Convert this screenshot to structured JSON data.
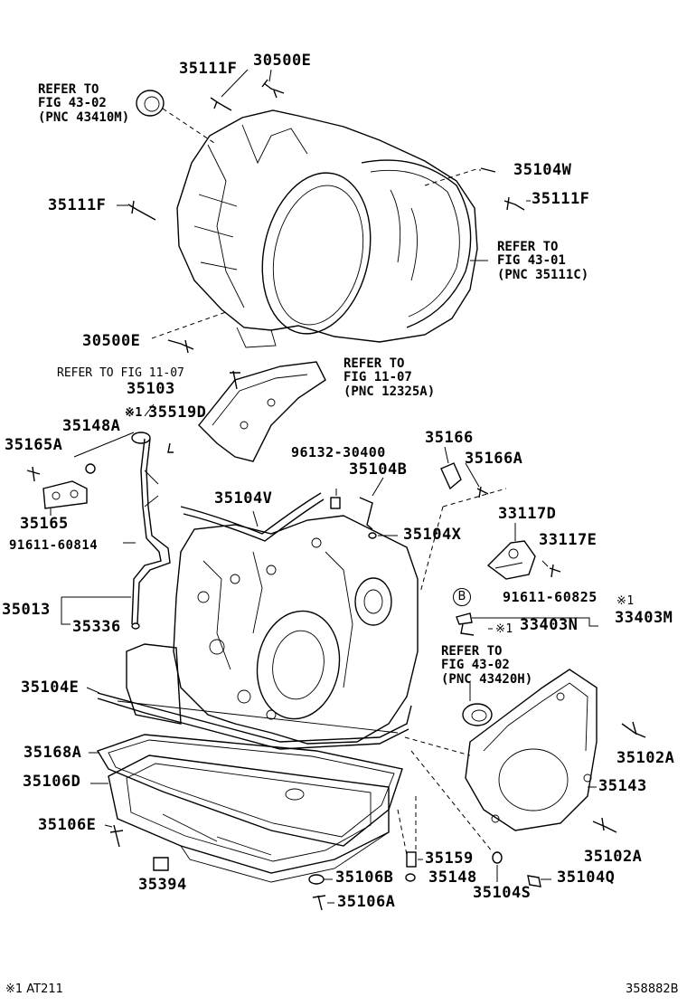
{
  "labels": {
    "p35111F_top": "35111F",
    "p30500E_top": "30500E",
    "p35104W": "35104W",
    "p35111F_left": "35111F",
    "p35111F_right": "35111F",
    "p30500E_bot": "30500E",
    "p35103": "35103",
    "p35519D": "35519D",
    "p35148A": "35148A",
    "p35165A": "35165A",
    "p35165": "35165",
    "p91611_60814": "91611-60814",
    "p35104V": "35104V",
    "p96132_30400": "96132-30400",
    "p35104B": "35104B",
    "p35104X": "35104X",
    "p35166": "35166",
    "p35166A": "35166A",
    "p33117D": "33117D",
    "p33117E": "33117E",
    "p91611_60825": "91611-60825",
    "p33403N": "33403N",
    "p33403M": "33403M",
    "p35013": "35013",
    "p35336": "35336",
    "p35104E": "35104E",
    "p35168A": "35168A",
    "p35106D": "35106D",
    "p35106E": "35106E",
    "p35394": "35394",
    "p35159": "35159",
    "p35106B": "35106B",
    "p35148": "35148",
    "p35106A": "35106A",
    "p35104S": "35104S",
    "p35104Q": "35104Q",
    "p35102A_top": "35102A",
    "p35143": "35143",
    "p35102A_bot": "35102A",
    "b_marker": "B",
    "note_mark_1": "※1",
    "note_mark_2": "※1",
    "note_mark_3": "※1"
  },
  "refs": {
    "ref_43410M": "REFER TO\nFIG 43-02\n(PNC 43410M)",
    "ref_35111C": "REFER TO\nFIG 43-01\n(PNC 35111C)",
    "ref_fig1107_inline": "REFER TO FIG 11-07",
    "ref_12325A": "REFER TO\nFIG 11-07\n(PNC 12325A)",
    "ref_43420H": "REFER TO\nFIG 43-02\n(PNC 43420H)"
  },
  "footer": {
    "note": "※1 AT211",
    "code": "358882B"
  }
}
